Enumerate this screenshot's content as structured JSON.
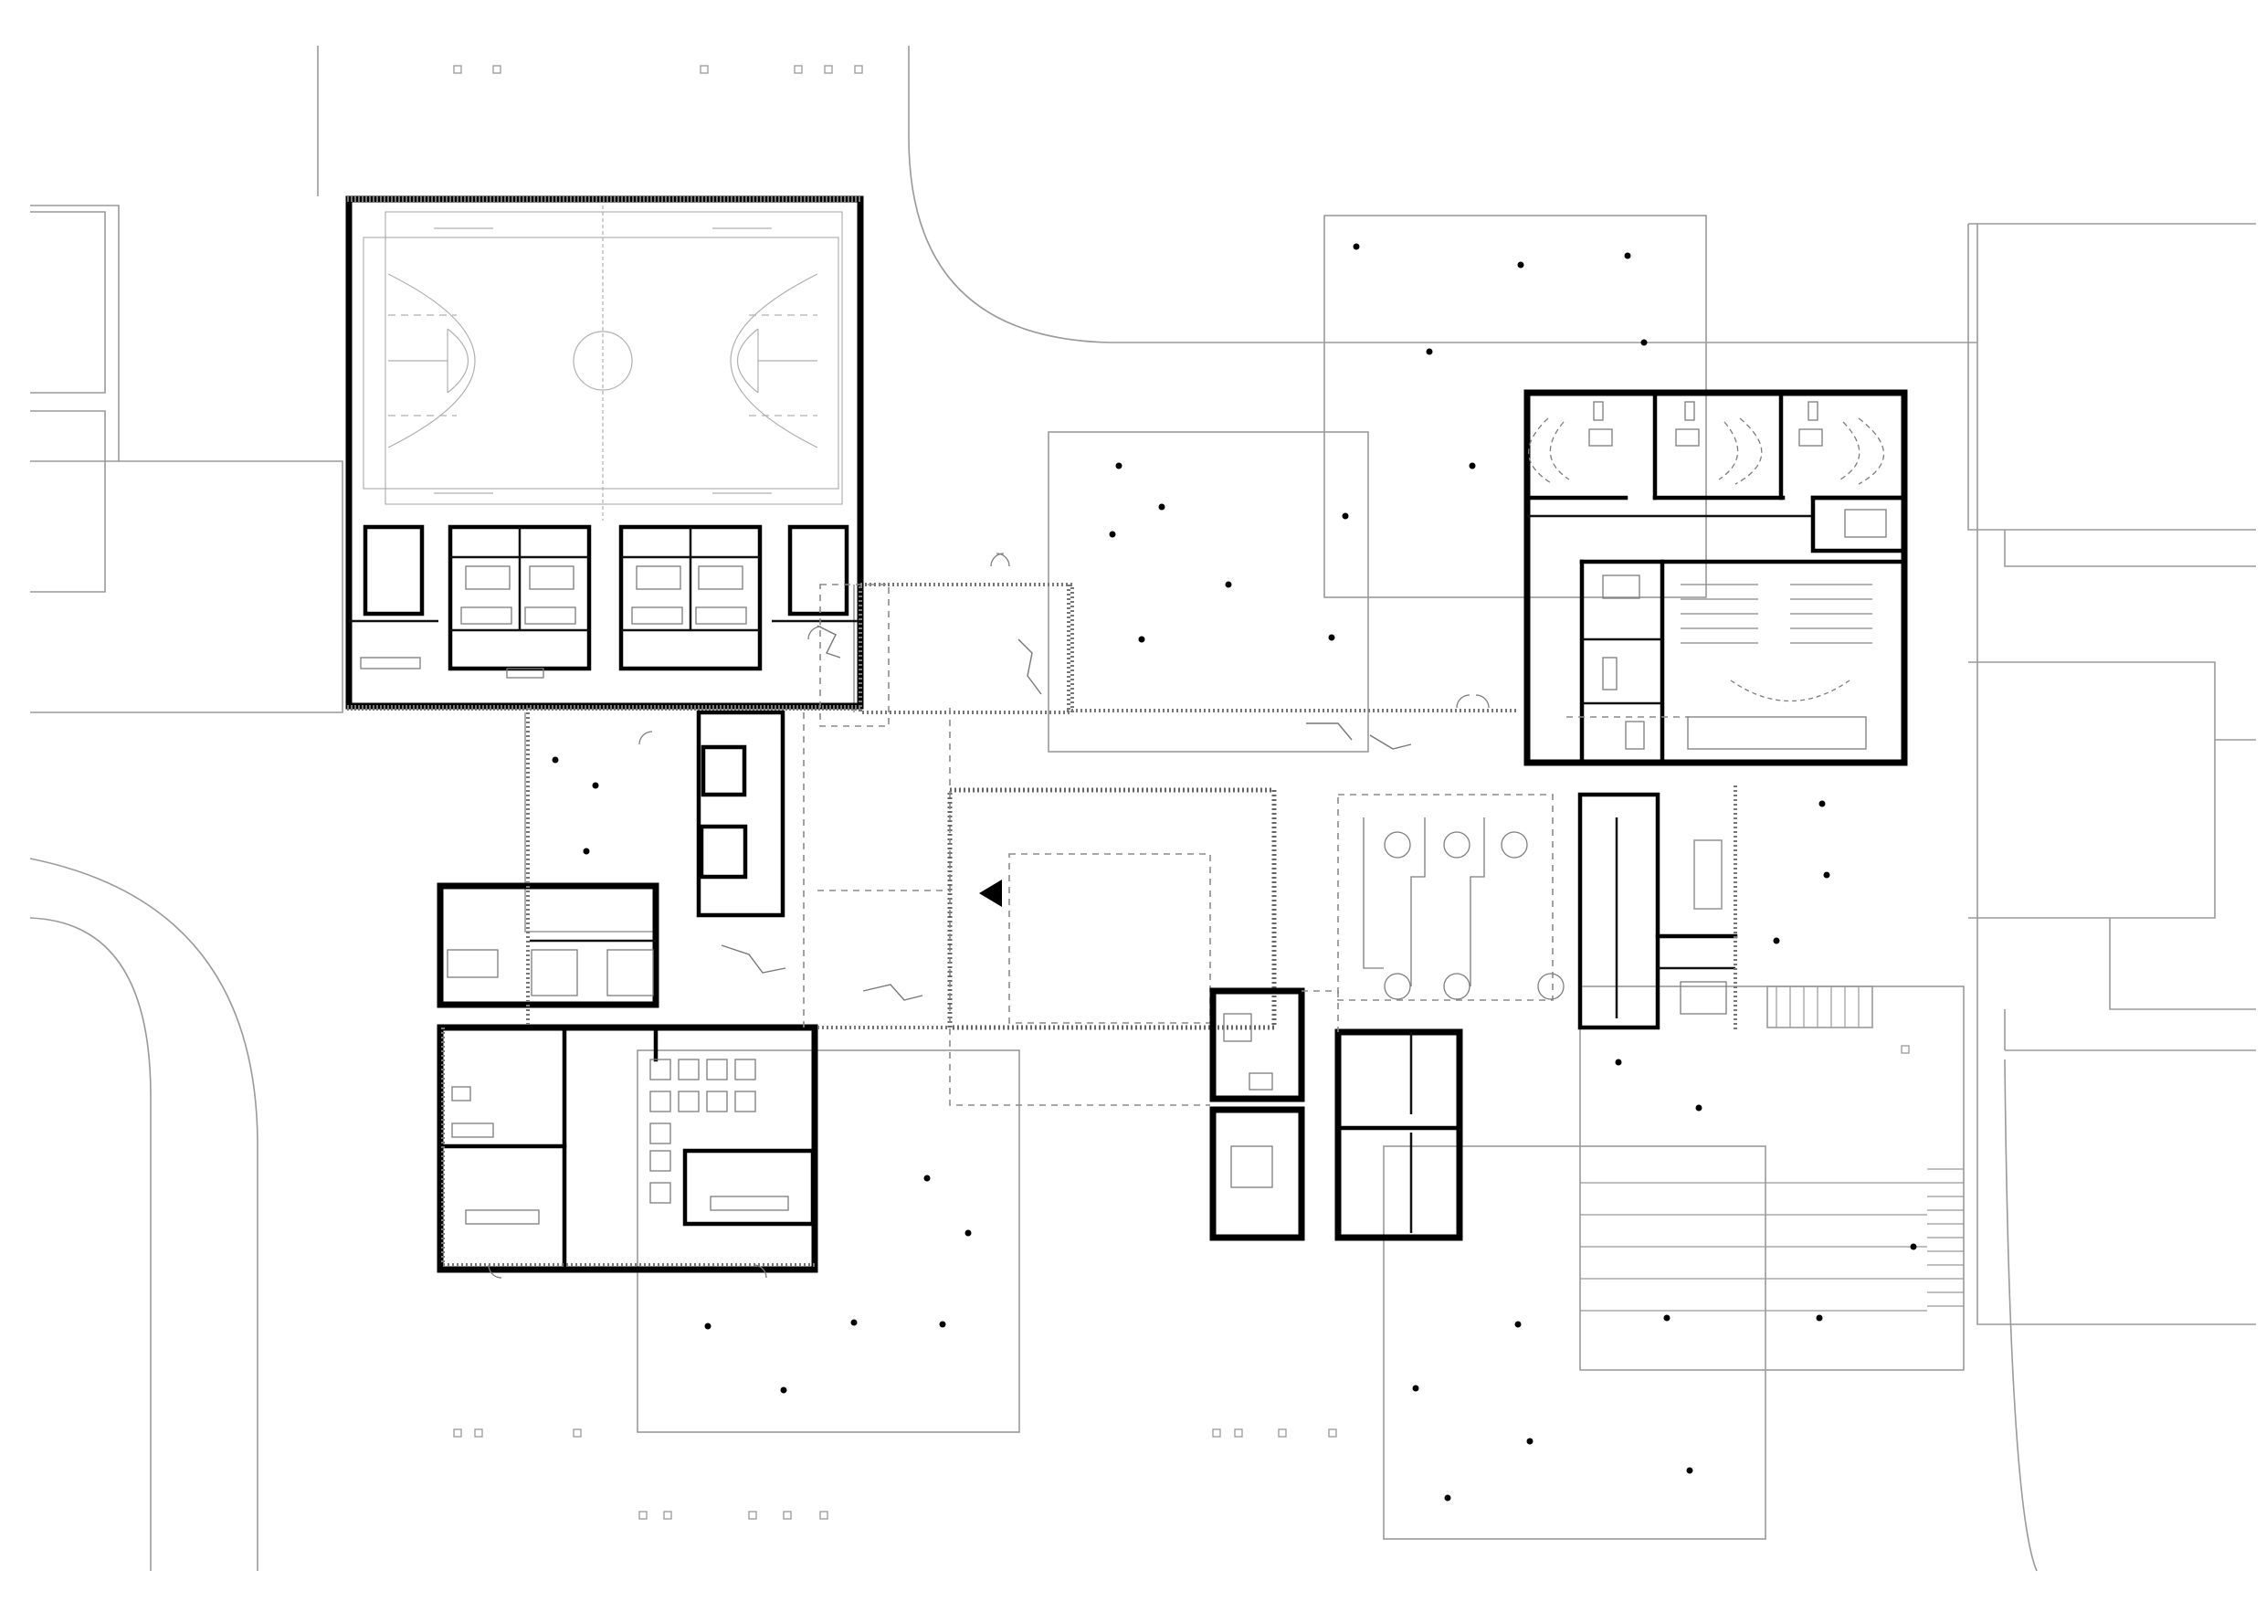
{
  "drawing": {
    "type": "architectural-site-floor-plan",
    "background": "#ffffff",
    "line_color": "#9a9a9a",
    "wall_color": "#000000",
    "tree_marker_color": "#000000",
    "has_text_labels": false
  },
  "elements": {
    "buildings": [
      "sports-hall-block",
      "north-east-classroom-block",
      "west-block",
      "central-hall",
      "south-service-block",
      "east-dining-block",
      "auditorium"
    ],
    "icons": [
      "entrance-arrow-icon",
      "tree-marker",
      "parking-post",
      "bench-icon"
    ]
  }
}
